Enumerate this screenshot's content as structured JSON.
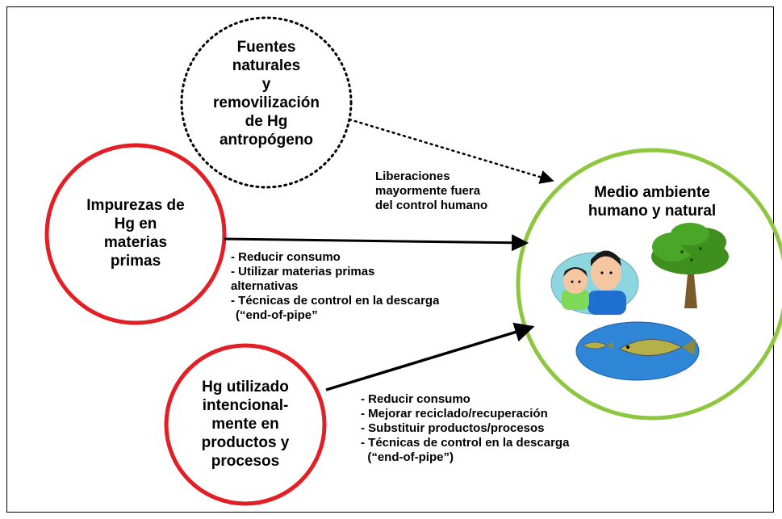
{
  "colors": {
    "natural_circle": "#000000",
    "impurities_circle": "#e31e24",
    "intentional_circle": "#e31e24",
    "environment_circle": "#8dc63f",
    "arrow": "#000000"
  },
  "nodes": {
    "natural_sources": {
      "lines": [
        "Fuentes",
        "naturales",
        "y",
        "removilización",
        "de Hg",
        "antropógeno"
      ]
    },
    "impurities": {
      "lines": [
        "Impurezas de",
        "Hg en",
        "materias",
        "primas"
      ]
    },
    "intentional": {
      "lines": [
        "Hg utilizado",
        "intencional-",
        "mente en",
        "productos y",
        "procesos"
      ]
    },
    "environment": {
      "lines": [
        "Medio ambiente",
        "humano y natural"
      ],
      "illustrations": [
        "people-icon",
        "tree-icon",
        "fish-pond-icon"
      ]
    }
  },
  "labels": {
    "releases": [
      "Liberaciones",
      "mayormente fuera",
      "del control humano"
    ],
    "impurities_measures": [
      "- Reducir consumo",
      "-  Utilizar materias primas",
      "alternativas",
      "- Técnicas de control en la descarga",
      "(“end-of-pipe”"
    ],
    "intentional_measures": [
      "- Reducir consumo",
      "- Mejorar reciclado/recuperación",
      "- Substituir productos/procesos",
      "- Técnicas de control en la descarga",
      "  (“end-of-pipe”)"
    ]
  }
}
